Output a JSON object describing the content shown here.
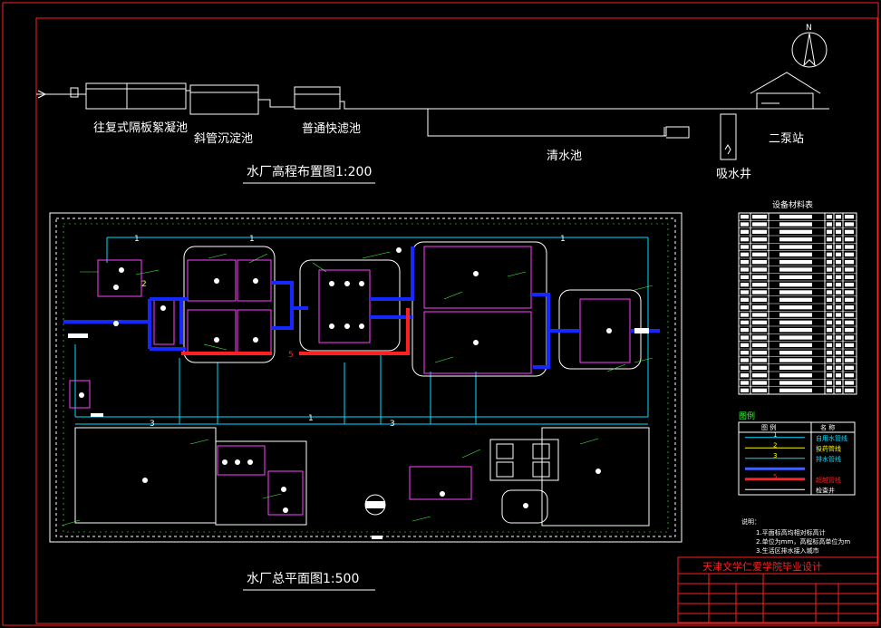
{
  "elevation": {
    "title": "水厂高程布置图1:200",
    "labels": {
      "flocculation": "往复式隔板絮凝池",
      "sedimentation": "斜管沉淀池",
      "filter": "普通快滤池",
      "clearwell": "清水池",
      "suction_well": "吸水井",
      "pump_station": "二泵站"
    }
  },
  "plan": {
    "title": "水厂总平面图1:500",
    "pipe_numbers": {
      "n1": "1",
      "n2": "2",
      "n3": "3",
      "n5": "5"
    }
  },
  "compass": {
    "north": "N"
  },
  "equipment_table": {
    "title": "设备材料表"
  },
  "legend": {
    "title": "图例",
    "header_symbol": "图    例",
    "header_name": "名    称",
    "rows": [
      {
        "num": "1",
        "name": "自用水管线",
        "color": "#00e0ff"
      },
      {
        "num": "2",
        "name": "投药管线",
        "color": "#ffff00"
      },
      {
        "num": "3",
        "name": "排水管线",
        "color": "#00e0ff"
      },
      {
        "num": "",
        "name": "",
        "color": "#4060ff"
      },
      {
        "num": "5",
        "name": "超越管线",
        "color": "#ff2020"
      },
      {
        "num": "",
        "name": "检查井",
        "color": "#ffffff"
      }
    ]
  },
  "notes": {
    "title": "说明：",
    "items": [
      "1.平面标高均相对标高计",
      "2.单位为mm，高程标高单位为m",
      "3.生活区排水接入城市"
    ]
  },
  "title_block": {
    "school": "天津文学仁爱学院毕业设计"
  },
  "colors": {
    "frame": "#ff2020",
    "magenta": "#ff40ff",
    "blue_pipe": "#1428ff",
    "red_pipe": "#ff2020",
    "green": "#40ff40",
    "cyan": "#00e0ff"
  }
}
